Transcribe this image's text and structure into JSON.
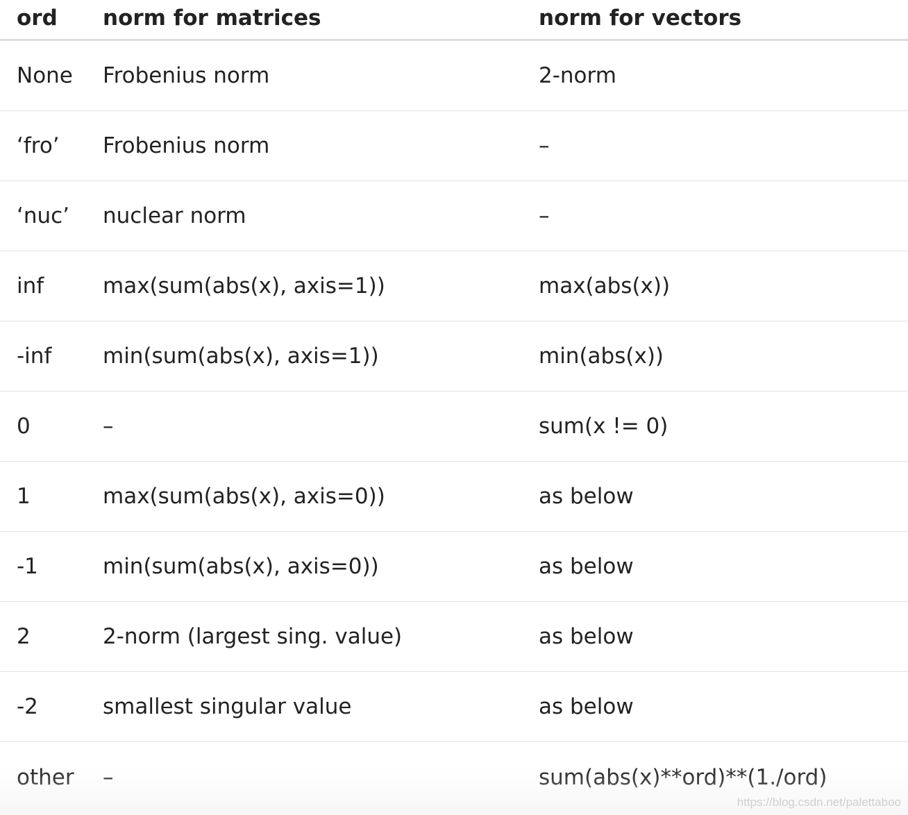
{
  "table": {
    "headers": [
      "ord",
      "norm for matrices",
      "norm for vectors"
    ],
    "rows": [
      [
        "None",
        "Frobenius norm",
        "2-norm"
      ],
      [
        "‘fro’",
        "Frobenius norm",
        "–"
      ],
      [
        "‘nuc’",
        "nuclear norm",
        "–"
      ],
      [
        "inf",
        "max(sum(abs(x), axis=1))",
        "max(abs(x))"
      ],
      [
        "-inf",
        "min(sum(abs(x), axis=1))",
        "min(abs(x))"
      ],
      [
        "0",
        "–",
        "sum(x != 0)"
      ],
      [
        "1",
        "max(sum(abs(x), axis=0))",
        "as below"
      ],
      [
        "-1",
        "min(sum(abs(x), axis=0))",
        "as below"
      ],
      [
        "2",
        "2-norm (largest sing. value)",
        "as below"
      ],
      [
        "-2",
        "smallest singular value",
        "as below"
      ],
      [
        "other",
        "–",
        "sum(abs(x)**ord)**(1./ord)"
      ]
    ]
  },
  "watermark": "https://blog.csdn.net/palettaboo"
}
